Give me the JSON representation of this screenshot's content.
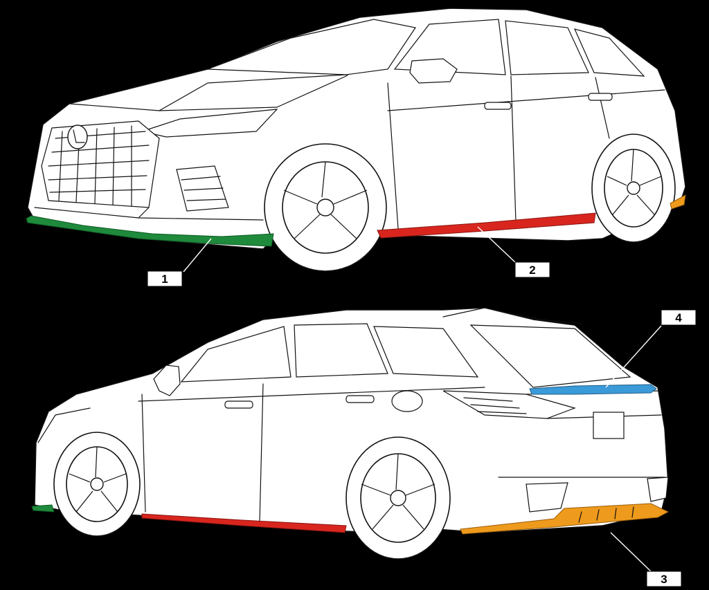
{
  "colors": {
    "background": "#000000",
    "part_1": "#1f8a3c",
    "part_2": "#d8261e",
    "part_3": "#ee9a1c",
    "part_4": "#3b9ad8"
  },
  "callouts": [
    {
      "id": "1",
      "label": "1",
      "part_color": "#1f8a3c"
    },
    {
      "id": "2",
      "label": "2",
      "part_color": "#d8261e"
    },
    {
      "id": "3",
      "label": "3",
      "part_color": "#ee9a1c"
    },
    {
      "id": "4",
      "label": "4",
      "part_color": "#3b9ad8"
    }
  ],
  "views": [
    {
      "name": "front-three-quarter-view",
      "vehicle_logo": "lexus-logo"
    },
    {
      "name": "rear-three-quarter-view"
    }
  ]
}
